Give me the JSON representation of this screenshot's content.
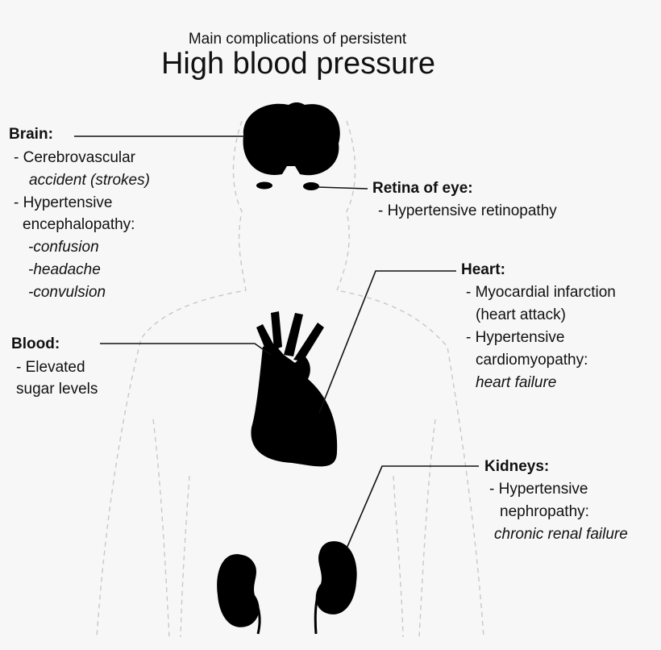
{
  "title": {
    "subtitle": "Main complications of persistent",
    "main": "High blood pressure"
  },
  "labels": {
    "brain": {
      "header": "Brain:",
      "lines": [
        "- Cerebrovascular",
        "accident  (strokes)",
        "- Hypertensive",
        "encephalopathy:",
        "-confusion",
        "-headache",
        "-convulsion"
      ]
    },
    "retina": {
      "header": "Retina of eye:",
      "lines": [
        "- Hypertensive retinopathy"
      ]
    },
    "heart": {
      "header": "Heart:",
      "lines": [
        "- Myocardial infarction",
        "(heart attack)",
        "- Hypertensive",
        "cardiomyopathy:",
        "heart failure"
      ]
    },
    "blood": {
      "header": "Blood:",
      "lines": [
        "- Elevated",
        "sugar levels"
      ]
    },
    "kidneys": {
      "header": "Kidneys:",
      "lines": [
        "- Hypertensive",
        "nephropathy:",
        "chronic renal failure"
      ]
    }
  },
  "colors": {
    "background": "#f7f7f7",
    "organ": "#000000",
    "text": "#111111",
    "body_outline": "#cfcfcf"
  }
}
